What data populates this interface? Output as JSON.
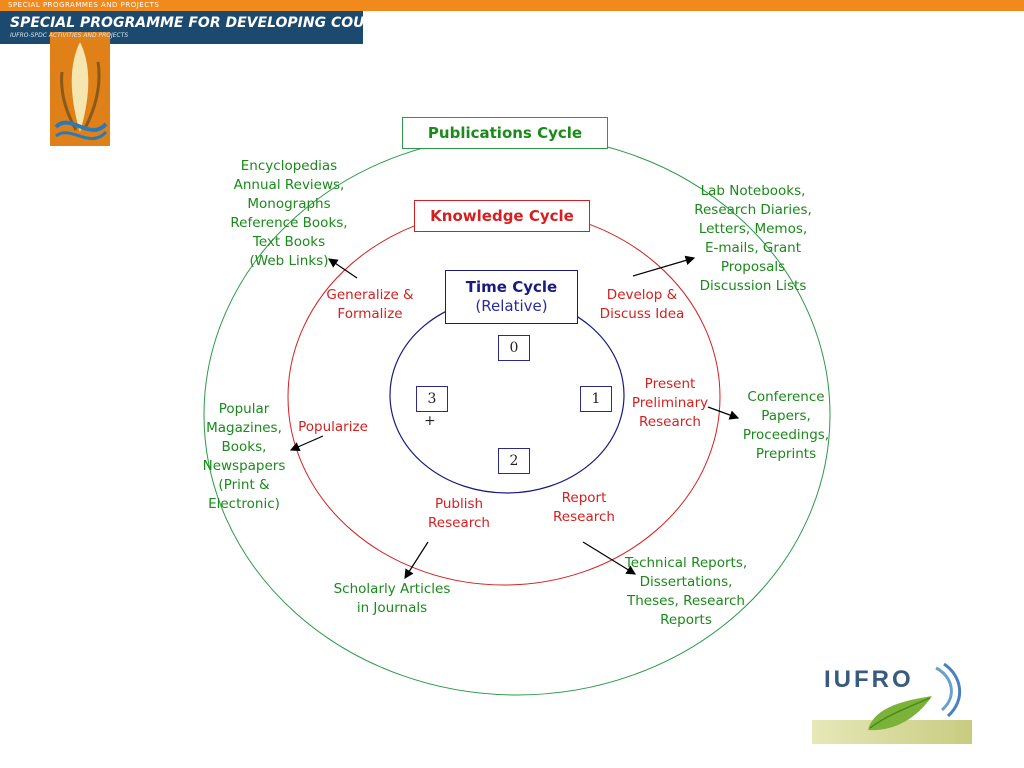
{
  "header": {
    "banner_top": "SPECIAL PROGRAMMES AND PROJECTS",
    "banner_title": "SPECIAL PROGRAMME FOR DEVELOPING COUNTI",
    "banner_sub": "IUFRO-SPDC ACTIVITIES AND PROJECTS"
  },
  "cycles": {
    "publications": "Publications Cycle",
    "knowledge": "Knowledge Cycle",
    "time_title": "Time Cycle",
    "time_sub": "(Relative)"
  },
  "time_points": [
    "0",
    "1",
    "2",
    "3",
    "+"
  ],
  "knowledge_steps": {
    "develop": "Develop &\nDiscuss Idea",
    "present": "Present\nPreliminary\nResearch",
    "report": "Report\nResearch",
    "publish": "Publish\nResearch",
    "popularize": "Popularize",
    "generalize": "Generalize &\nFormalize"
  },
  "publications": {
    "lab": "Lab Notebooks,\nResearch Diaries,\nLetters, Memos,\nE-mails, Grant\nProposals\nDiscussion Lists",
    "conference": "Conference\nPapers,\nProceedings,\nPreprints",
    "technical": "Technical Reports,\nDissertations,\nTheses, Research\nReports",
    "scholarly": "Scholarly Articles\nin Journals",
    "popular": "Popular\nMagazines,\nBooks,\nNewspapers\n(Print &\nElectronic)",
    "encyclopedias": "Encyclopedias\nAnnual Reviews,\nMonographs\nReference Books,\nText Books\n(Web Links)"
  },
  "footer": {
    "logo_text": "IUFRO"
  },
  "colors": {
    "green": "#1a8a1a",
    "red": "#d42020",
    "navy": "#1a1a80",
    "orange": "#f08a1c",
    "banner_blue": "#1c4a6e"
  }
}
